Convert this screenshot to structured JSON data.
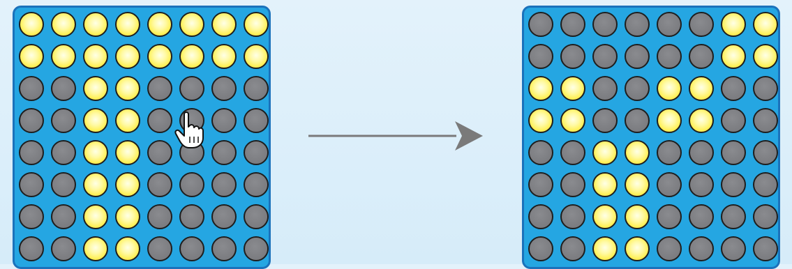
{
  "colors": {
    "page_background": "#ddeffa",
    "board_fill": "#25a6e2",
    "board_border": "#1b72bb",
    "light_on": "#fff15c",
    "light_off": "#7b7c80",
    "arrow": "#7a7a7a"
  },
  "icons": {
    "transition": "right-arrow-icon",
    "pointer": "hand-pointer-icon"
  },
  "board_before": {
    "rows": 8,
    "cols": 8,
    "grid": [
      [
        1,
        1,
        1,
        1,
        1,
        1,
        1,
        1
      ],
      [
        1,
        1,
        1,
        1,
        1,
        1,
        1,
        1
      ],
      [
        0,
        0,
        1,
        1,
        0,
        0,
        0,
        0
      ],
      [
        0,
        0,
        1,
        1,
        0,
        0,
        0,
        0
      ],
      [
        0,
        0,
        1,
        1,
        0,
        0,
        0,
        0
      ],
      [
        0,
        0,
        1,
        1,
        0,
        0,
        0,
        0
      ],
      [
        0,
        0,
        1,
        1,
        0,
        0,
        0,
        0
      ],
      [
        0,
        0,
        1,
        1,
        0,
        0,
        0,
        0
      ]
    ],
    "clicked_cell": {
      "row": 4,
      "col": 6
    }
  },
  "board_after": {
    "rows": 8,
    "cols": 8,
    "grid": [
      [
        0,
        0,
        0,
        0,
        0,
        0,
        1,
        1
      ],
      [
        0,
        0,
        0,
        0,
        0,
        0,
        1,
        1
      ],
      [
        1,
        1,
        0,
        0,
        1,
        1,
        0,
        0
      ],
      [
        1,
        1,
        0,
        0,
        1,
        1,
        0,
        0
      ],
      [
        0,
        0,
        1,
        1,
        0,
        0,
        0,
        0
      ],
      [
        0,
        0,
        1,
        1,
        0,
        0,
        0,
        0
      ],
      [
        0,
        0,
        1,
        1,
        0,
        0,
        0,
        0
      ],
      [
        0,
        0,
        1,
        1,
        0,
        0,
        0,
        0
      ]
    ]
  }
}
